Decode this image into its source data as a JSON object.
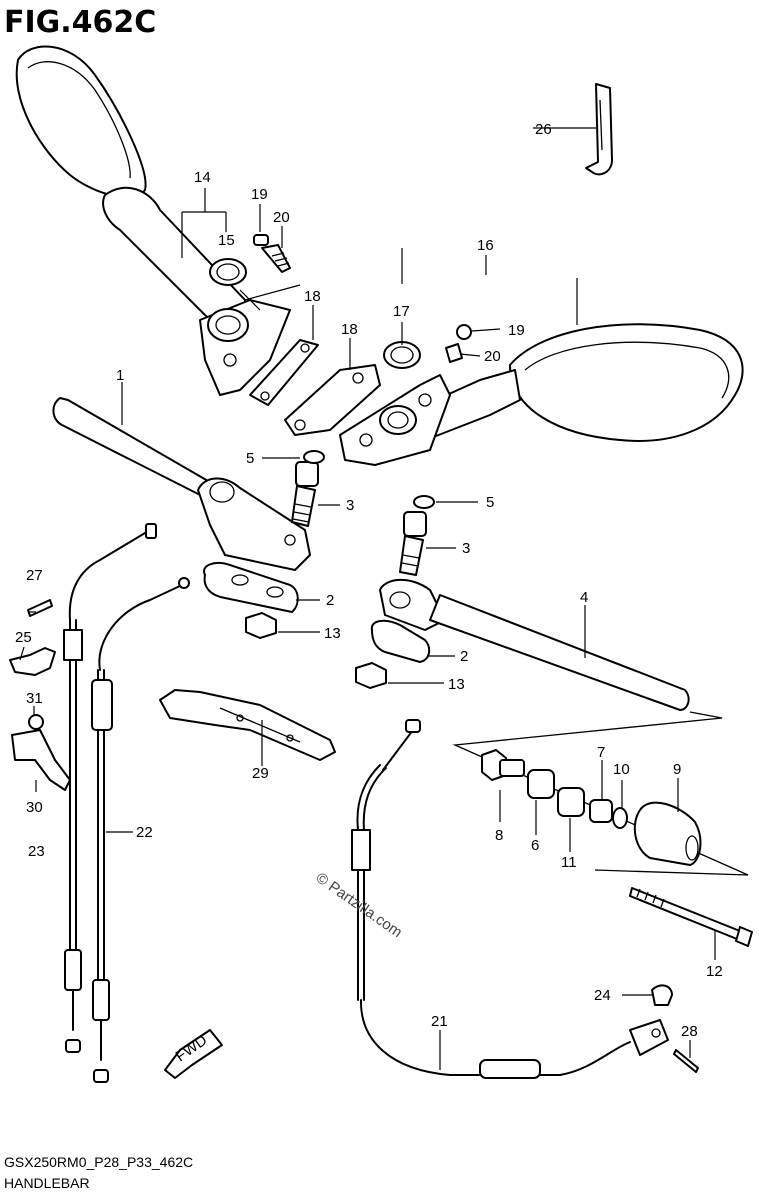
{
  "title": "FIG.462C",
  "footer": {
    "code": "GSX250RM0_P28_P33_462C",
    "name": "HANDLEBAR"
  },
  "watermark": "© Partzilla.com",
  "fwd_label": "FWD",
  "callouts": [
    "1",
    "2",
    "3",
    "4",
    "5",
    "6",
    "7",
    "8",
    "9",
    "10",
    "11",
    "12",
    "13",
    "14",
    "15",
    "16",
    "17",
    "18",
    "19",
    "20",
    "21",
    "22",
    "23",
    "24",
    "25",
    "26",
    "27",
    "28",
    "29",
    "30",
    "31"
  ]
}
